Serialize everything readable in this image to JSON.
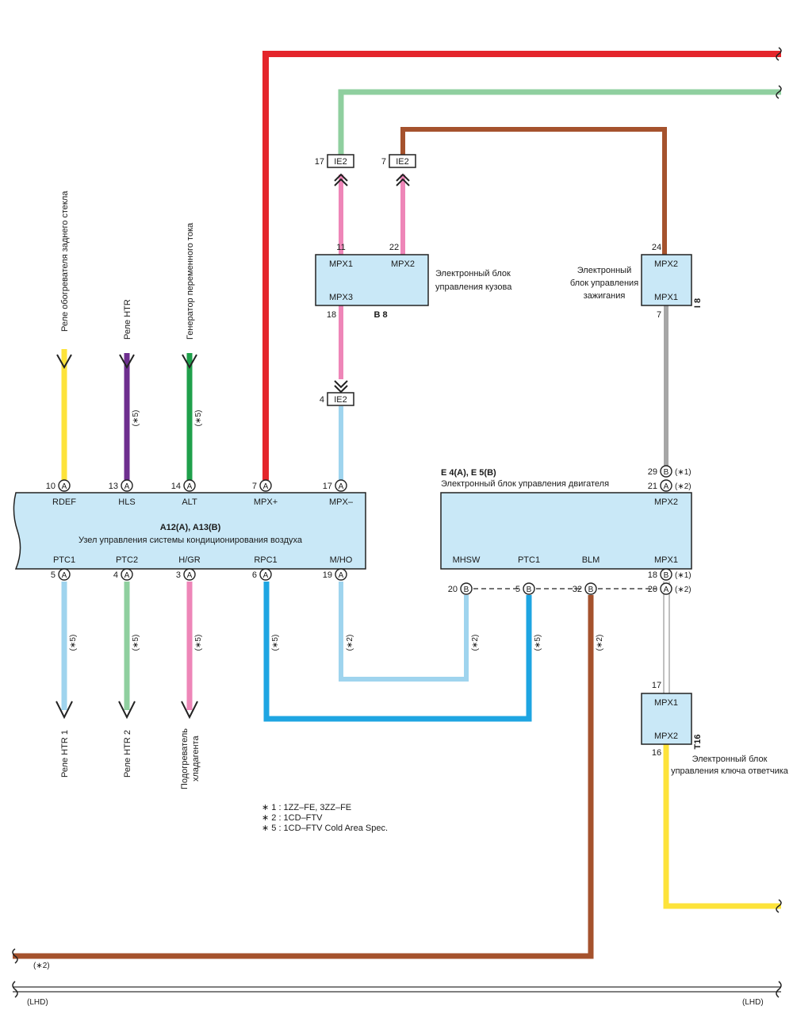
{
  "colors": {
    "red": "#e4252b",
    "light_green": "#8fcf9f",
    "brown": "#a5522d",
    "pink": "#ee86b8",
    "light_blue": "#9fd4ee",
    "blue": "#1ea5e2",
    "gray": "#a6a6a6",
    "yellow": "#fde33a",
    "purple": "#6e2f8f",
    "green": "#1fa04b",
    "box_fill": "#c9e8f7"
  },
  "left_top_labels": {
    "rdef_dest": "Реле обогревателя заднего стекла",
    "hls_dest": "Реле HTR",
    "alt_dest": "Генератор переменного тока"
  },
  "left_bottom_labels": {
    "ptc1_dest": "Реле HTR  1",
    "ptc2_dest": "Реле HTR  2",
    "hgr_dest_1": "Подогреватель",
    "hgr_dest_2": "хладагента"
  },
  "notes": {
    "n5": "(∗5)",
    "n2": "(∗2)",
    "n1": "(∗1)"
  },
  "ac_unit": {
    "id": "A12(A), A13(B)",
    "name": "Узел управления системы кондиционирования воздуха",
    "top_pins": [
      {
        "num": "10",
        "conn": "A",
        "name": "RDEF"
      },
      {
        "num": "13",
        "conn": "A",
        "name": "HLS"
      },
      {
        "num": "14",
        "conn": "A",
        "name": "ALT"
      },
      {
        "num": "7",
        "conn": "A",
        "name": "MPX+"
      },
      {
        "num": "17",
        "conn": "A",
        "name": "MPX–"
      }
    ],
    "bottom_pins": [
      {
        "num": "5",
        "conn": "A",
        "name": "PTC1"
      },
      {
        "num": "4",
        "conn": "A",
        "name": "PTC2"
      },
      {
        "num": "3",
        "conn": "A",
        "name": "H/GR"
      },
      {
        "num": "6",
        "conn": "A",
        "name": "RPC1"
      },
      {
        "num": "19",
        "conn": "A",
        "name": "M/HO"
      }
    ]
  },
  "body_ecu": {
    "id": "B 8",
    "name_1": "Электронный блок",
    "name_2": "управления кузова",
    "pins": {
      "mpx1_num": "11",
      "mpx1": "MPX1",
      "mpx2_num": "22",
      "mpx2": "MPX2",
      "mpx3_num": "18",
      "mpx3": "MPX3"
    }
  },
  "ie2": {
    "label": "IE2",
    "a_num": "17",
    "b_num": "7",
    "c_num": "4"
  },
  "ignition_ecu": {
    "id": "I 8",
    "name_1": "Электронный",
    "name_2": "блок управления",
    "name_3": "зажигания",
    "pins": {
      "mpx2_num": "24",
      "mpx2": "MPX2",
      "mpx1": "MPX1",
      "mpx1_num": "7"
    }
  },
  "engine_ecu": {
    "id": "E 4(A), E 5(B)",
    "name": "Электронный блок управления двигателя",
    "top_pin_1": {
      "num": "29",
      "conn": "B",
      "note": "(∗1)"
    },
    "top_pin_2": {
      "num": "21",
      "conn": "A",
      "note": "(∗2)"
    },
    "top_label": "MPX2",
    "bottom_labels": [
      "MHSW",
      "PTC1",
      "BLM",
      "MPX1"
    ],
    "bottom_pins": [
      {
        "num": "20",
        "conn": "B"
      },
      {
        "num": "5",
        "conn": "B"
      },
      {
        "num": "32",
        "conn": "B"
      }
    ],
    "mpx1_pin_1": {
      "num": "18",
      "conn": "B",
      "note": "(∗1)"
    },
    "mpx1_pin_2": {
      "num": "20",
      "conn": "A",
      "note": "(∗2)"
    }
  },
  "transponder_ecu": {
    "id": "T16",
    "name_1": "Электронный блок",
    "name_2": "управления ключа ответчика",
    "pins": {
      "mpx1_num": "17",
      "mpx1": "MPX1",
      "mpx2": "MPX2",
      "mpx2_num": "16"
    }
  },
  "legend": {
    "line1": "∗ 1 : 1ZZ–FE,  3ZZ–FE",
    "line2": "∗ 2 : 1CD–FTV",
    "line3": "∗ 5 : 1CD–FTV Cold Area Spec."
  },
  "bottom": {
    "brown_note": "(∗2)",
    "lhd_left": "(LHD)",
    "lhd_right": "(LHD)"
  }
}
